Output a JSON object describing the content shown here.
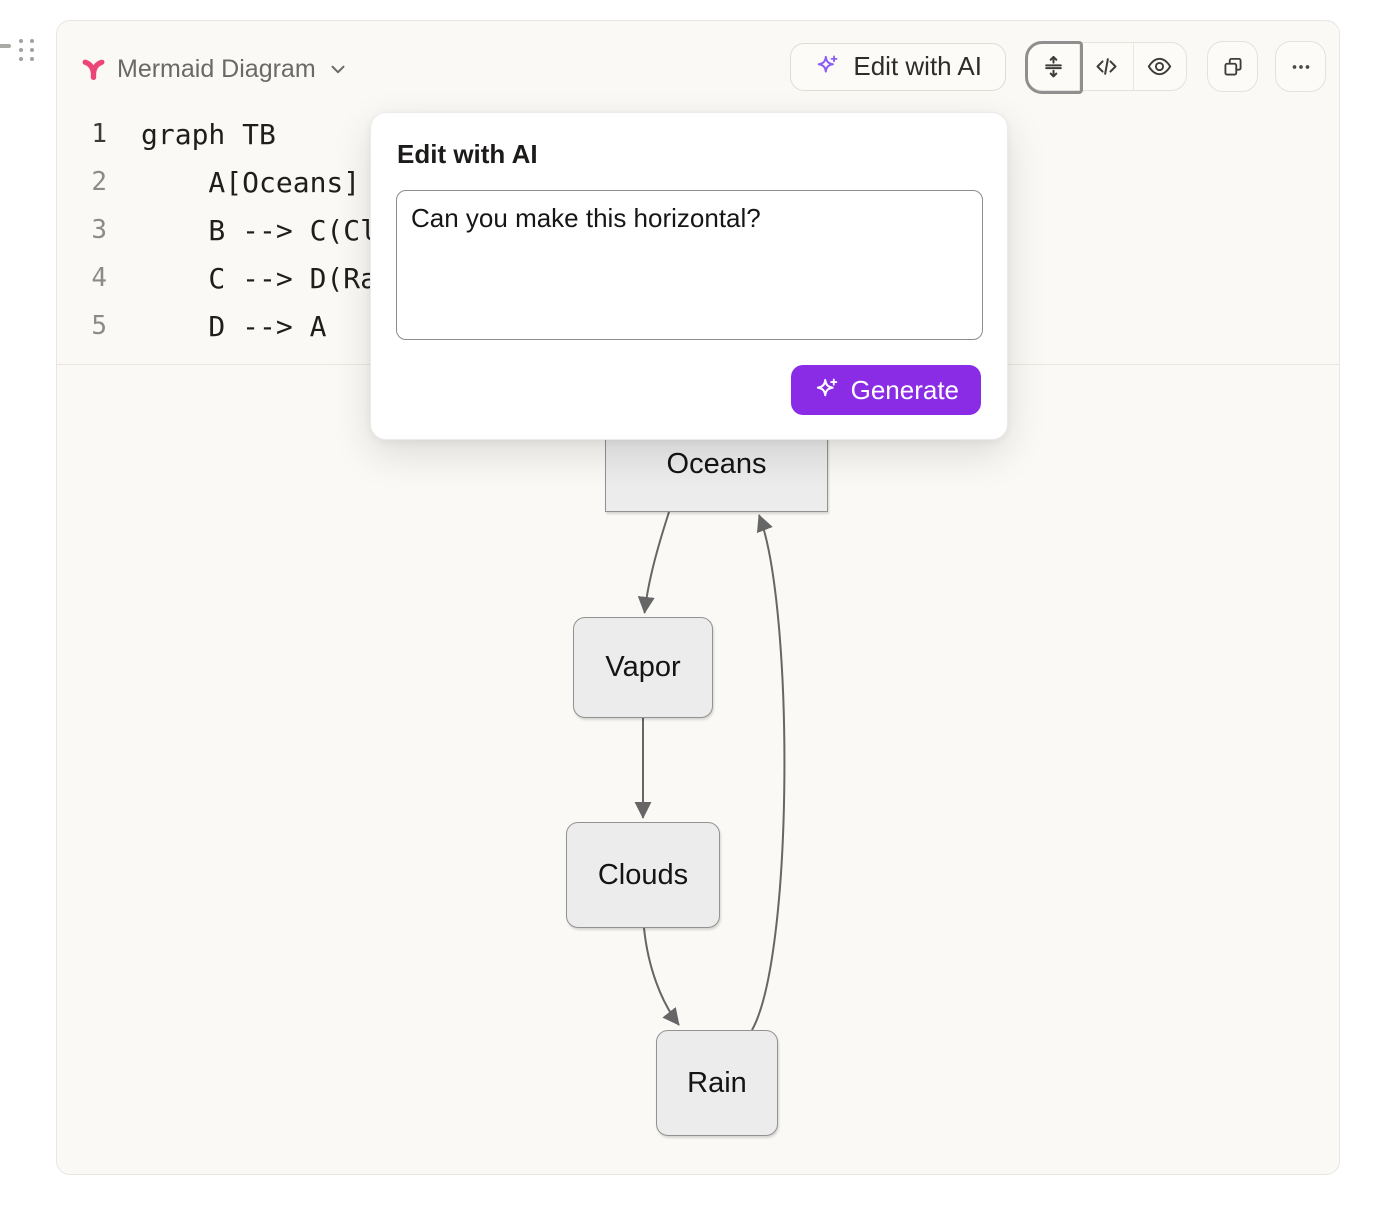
{
  "header": {
    "title": "Mermaid Diagram"
  },
  "toolbar": {
    "edit_ai_label": "Edit with AI",
    "icons": {
      "logo": "mermaid-tail",
      "title_chevron": "chevron-down",
      "edit_ai": "sparkle",
      "segment_selected": "split-vertical",
      "segment_2": "code-tags",
      "segment_3": "eye",
      "copy": "copy-overlap",
      "more": "ellipsis"
    }
  },
  "editor": {
    "lines": [
      {
        "num": "1",
        "code": "graph TB"
      },
      {
        "num": "2",
        "code": "    A[Oceans] -"
      },
      {
        "num": "3",
        "code": "    B --> C(Cl"
      },
      {
        "num": "4",
        "code": "    C --> D(Ra"
      },
      {
        "num": "5",
        "code": "    D --> A"
      }
    ]
  },
  "popup": {
    "title": "Edit with AI",
    "input_value": "Can you make this horizontal?",
    "generate_label": "Generate",
    "generate_icon": "sparkle"
  },
  "diagram": {
    "type": "flowchart-top-bottom",
    "nodes": [
      {
        "id": "A",
        "label": "Oceans",
        "shape": "rect"
      },
      {
        "id": "B",
        "label": "Vapor",
        "shape": "rounded"
      },
      {
        "id": "C",
        "label": "Clouds",
        "shape": "rounded"
      },
      {
        "id": "D",
        "label": "Rain",
        "shape": "rounded"
      }
    ],
    "edges": [
      {
        "from": "Oceans",
        "to": "Vapor"
      },
      {
        "from": "Vapor",
        "to": "Clouds"
      },
      {
        "from": "Clouds",
        "to": "Rain"
      },
      {
        "from": "Rain",
        "to": "Oceans"
      }
    ]
  },
  "colors": {
    "card_bg": "#FAF9F5",
    "logo_pink": "#EC4577",
    "sparkle_purple": "#8A5CF5",
    "generate_purple": "#8A2BE6",
    "node_fill": "#ECECEC",
    "node_border": "#929292",
    "edge_gray": "#666666"
  }
}
